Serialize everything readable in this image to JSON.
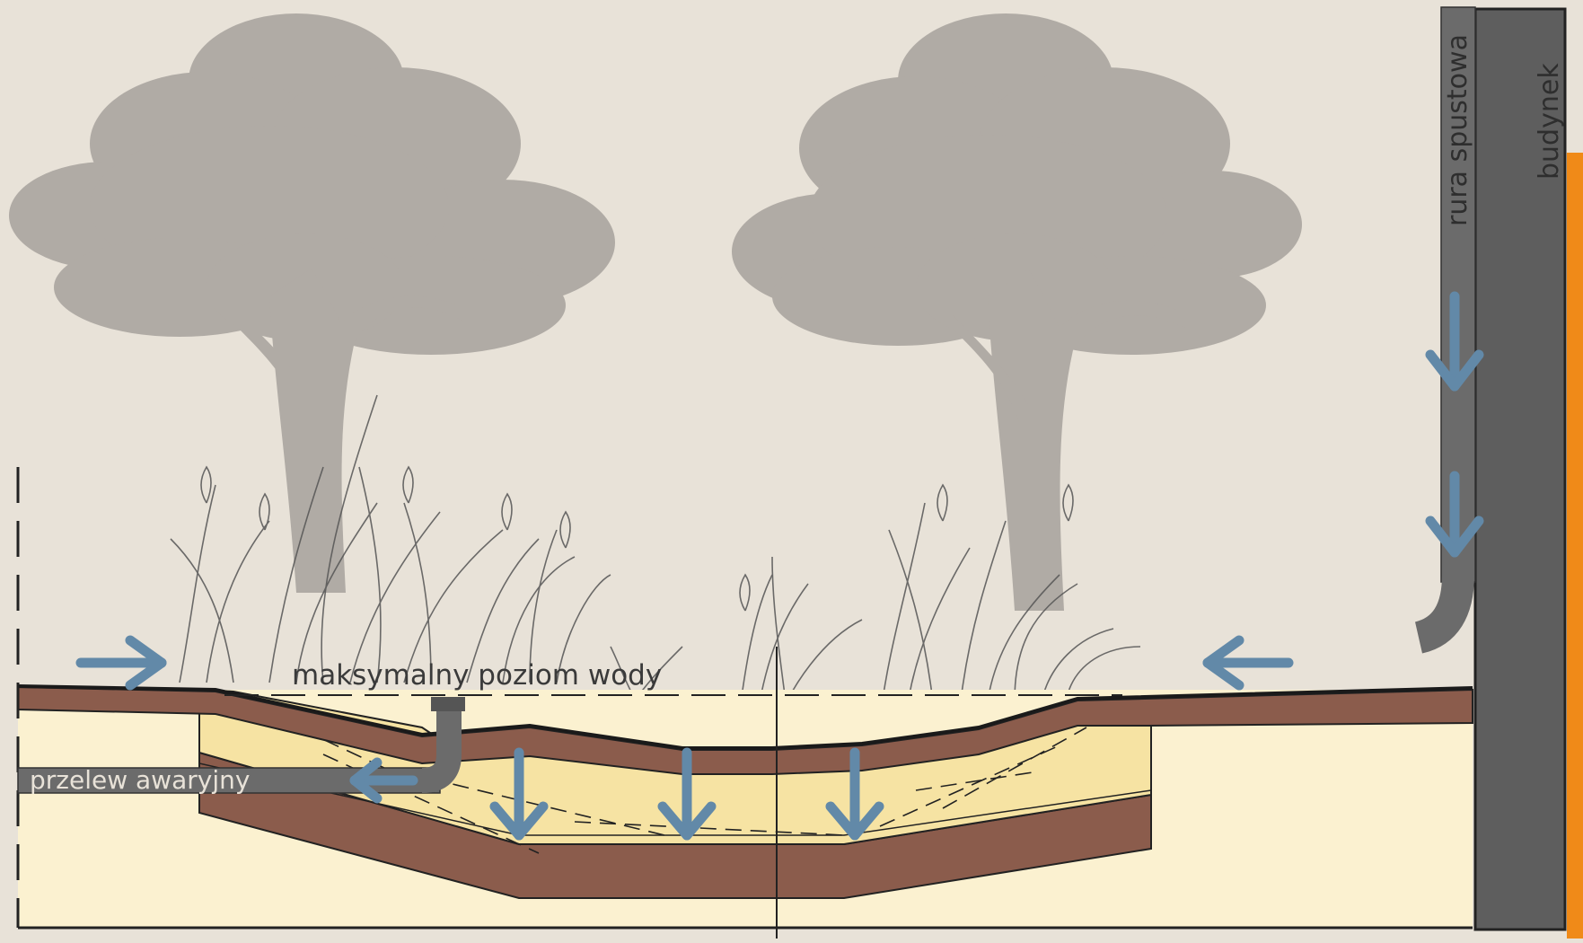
{
  "labels": {
    "downpipe": "rura spustowa",
    "building": "budynek",
    "max_water_level": "maksymalny poziom wody",
    "overflow": "przelew awaryjny"
  },
  "colors": {
    "background": "#e8e2d8",
    "tree": "#b0aba5",
    "soil_light": "#fbf1d0",
    "sand": "#f6e3a3",
    "clay": "#8b5c4c",
    "arrow": "#6289a8",
    "pipe": "#6b6b6b",
    "building": "#5e5e5e",
    "accent": "#f08a18"
  },
  "icons": [
    "tree-icon",
    "grass-icon",
    "arrow-icon"
  ]
}
